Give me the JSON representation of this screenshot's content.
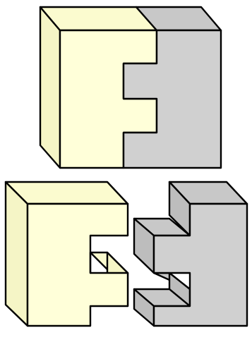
{
  "diagram": {
    "description_free": true,
    "colors": {
      "piece_a_front": "#ffffd9",
      "piece_a_side": "#f5f5c6",
      "piece_a_top": "#fbfbcf",
      "piece_b_front": "#d0d0d0",
      "piece_b_side": "#bdbdbd",
      "piece_b_top": "#c8c8c8",
      "outline": "#000000",
      "background": "#ffffff"
    },
    "parts": [
      {
        "id": "assembled-cube",
        "pieces": [
          "yellow-piece",
          "gray-piece"
        ]
      },
      {
        "id": "separated-yellow-piece"
      },
      {
        "id": "separated-gray-piece"
      }
    ]
  }
}
